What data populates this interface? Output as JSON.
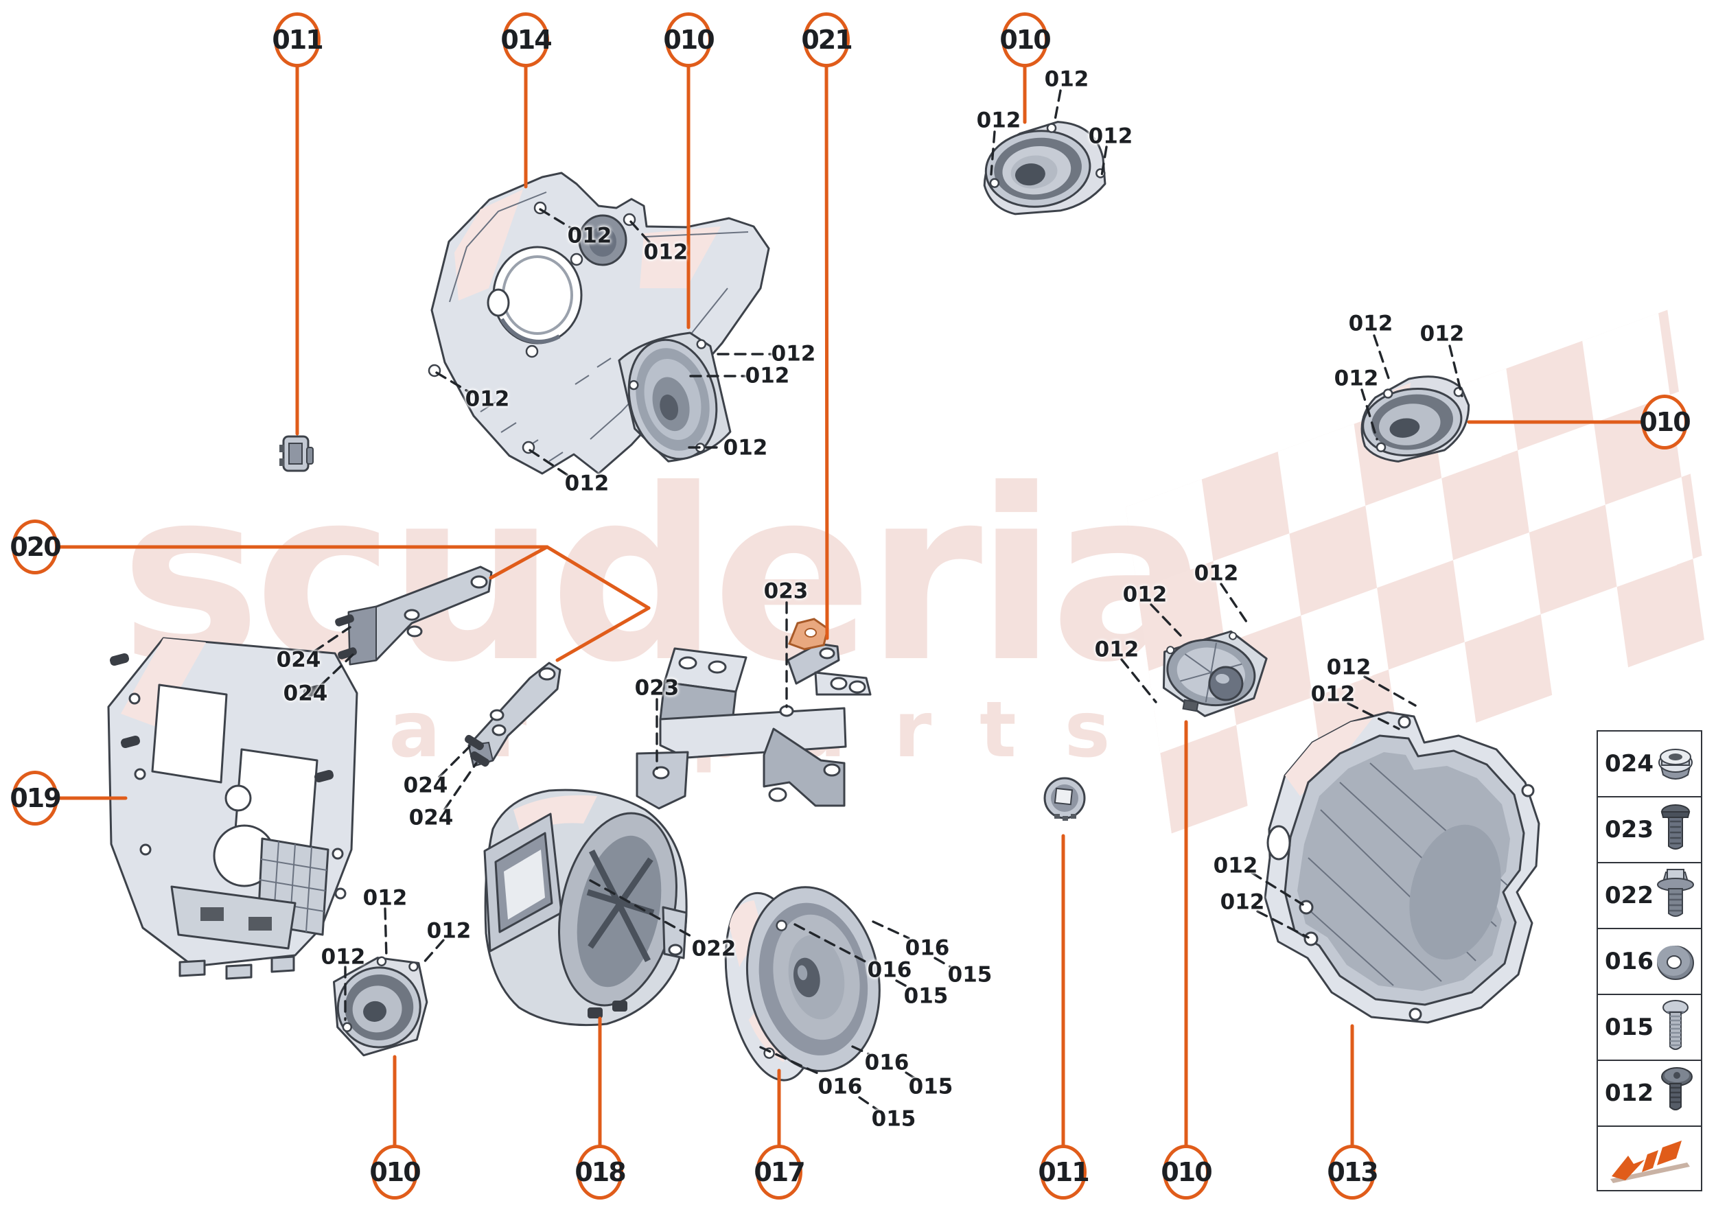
{
  "watermark": {
    "title": "scuderia",
    "subtitle": "car parts"
  },
  "colors": {
    "accent": "#e05c1a",
    "watermark_pink": "#f4e1dd",
    "label_black": "#1c1f23"
  },
  "callouts": {
    "top": [
      {
        "label": "011"
      },
      {
        "label": "014"
      },
      {
        "label": "010"
      },
      {
        "label": "021"
      },
      {
        "label": "010"
      }
    ],
    "right": [
      {
        "label": "010"
      }
    ],
    "left": [
      {
        "label": "020"
      },
      {
        "label": "019"
      }
    ],
    "bottom": [
      {
        "label": "010"
      },
      {
        "label": "018"
      },
      {
        "label": "017"
      },
      {
        "label": "011"
      },
      {
        "label": "010"
      },
      {
        "label": "013"
      }
    ]
  },
  "labels": {
    "bracket014": [
      "012",
      "012",
      "012",
      "012"
    ],
    "speaker010_upper": [
      "012",
      "012",
      "012"
    ],
    "speaker010_topright": [
      "012",
      "012",
      "012"
    ],
    "speaker010_row": [
      "012",
      "012",
      "012"
    ],
    "speaker010_mid": [
      "012",
      "012",
      "012"
    ],
    "bracket021": [
      "023",
      "023"
    ],
    "brackets020": [
      "024",
      "024",
      "024",
      "024"
    ],
    "speaker010_bottomleft": [
      "012",
      "012",
      "012"
    ],
    "enclosure018": [
      "022"
    ],
    "speaker017": [
      "016",
      "015",
      "016",
      "015",
      "016",
      "015",
      "016",
      "015"
    ],
    "enclosure013": [
      "012",
      "012",
      "012",
      "012"
    ]
  },
  "legend": {
    "items": [
      {
        "code": "024",
        "icon": "flange-nut-icon"
      },
      {
        "code": "023",
        "icon": "bolt-icon"
      },
      {
        "code": "022",
        "icon": "flange-bolt-icon"
      },
      {
        "code": "016",
        "icon": "washer-icon"
      },
      {
        "code": "015",
        "icon": "screw-icon"
      },
      {
        "code": "012",
        "icon": "torx-screw-icon"
      }
    ]
  }
}
